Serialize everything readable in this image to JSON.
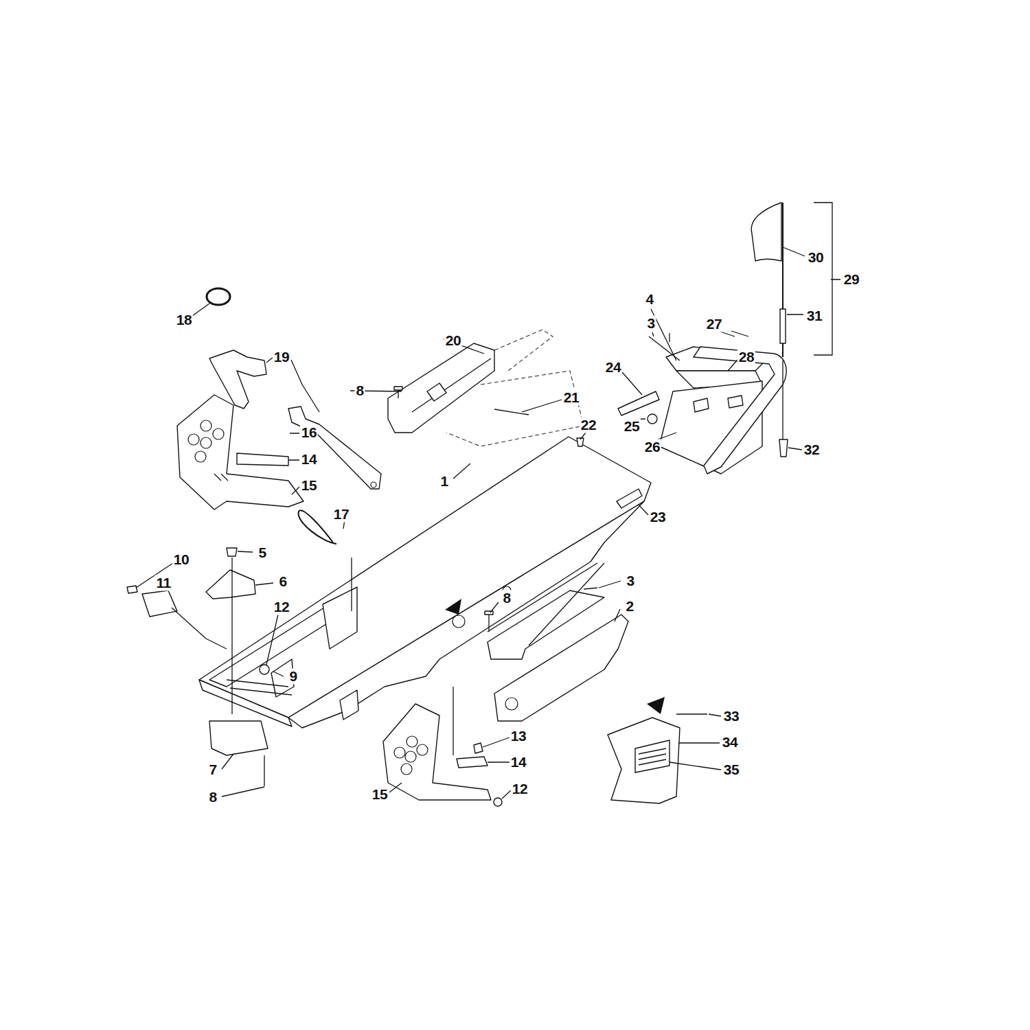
{
  "diagram": {
    "labels": [
      "30",
      "29",
      "4",
      "31",
      "18",
      "3",
      "27",
      "20",
      "19",
      "28",
      "24",
      "8",
      "21",
      "22",
      "25",
      "16",
      "26",
      "32",
      "14",
      "1",
      "15",
      "17",
      "23",
      "5",
      "10",
      "3",
      "6",
      "11",
      "8",
      "2",
      "12",
      "9",
      "33",
      "13",
      "34",
      "14",
      "7",
      "35",
      "12",
      "15",
      "8"
    ]
  }
}
